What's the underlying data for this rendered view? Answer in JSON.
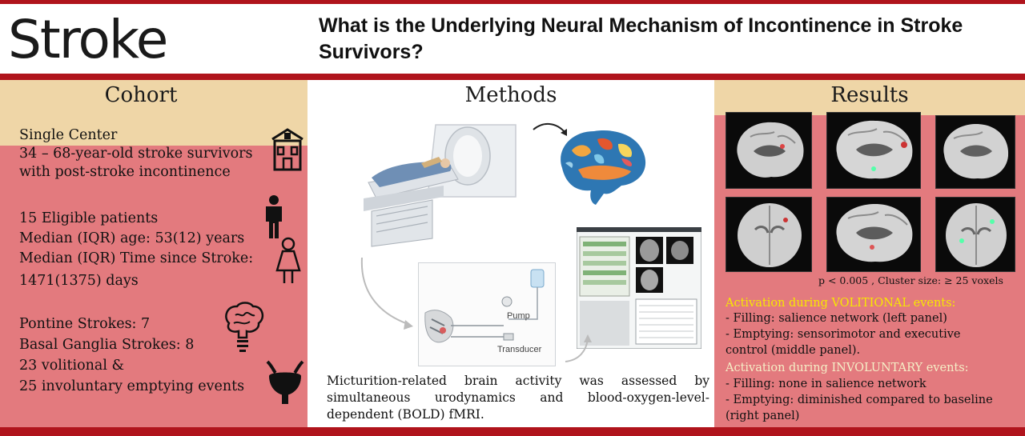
{
  "header": {
    "journal": "Stroke",
    "title": "What is the Underlying Neural Mechanism of Incontinence in Stroke Survivors?"
  },
  "cohort": {
    "title": "Cohort",
    "lines": [
      "Single Center",
      "34 – 68-year-old stroke survivors",
      "with post-stroke incontinence",
      "15 Eligible patients",
      "Median (IQR) age: 53(12) years",
      "Median (IQR) Time since Stroke:",
      "1471(1375) days",
      "Pontine Strokes: 7",
      "Basal Ganglia Strokes: 8",
      "23 volitional &",
      "25 involuntary emptying events"
    ],
    "icons": [
      "hospital-icon",
      "male-person-icon",
      "female-person-icon",
      "brain-lightbulb-icon",
      "bladder-icon"
    ]
  },
  "methods": {
    "title": "Methods",
    "diagram_labels": {
      "pump": "Pump",
      "transducer": "Transducer"
    },
    "description": "Micturition-related brain activity was assessed by simultaneous urodynamics and blood-oxygen-level-dependent (BOLD) fMRI."
  },
  "results": {
    "title": "Results",
    "pvalue": "p < 0.005 , Cluster size: ≥ 25 voxels",
    "volitional_heading": "Activation during VOLITIONAL events:",
    "volitional_lines": [
      " - Filling: salience network (left panel)",
      " - Emptying: sensorimotor and executive",
      "control (middle panel)."
    ],
    "involuntary_heading": "Activation during INVOLUNTARY events:",
    "involuntary_lines": [
      " - Filling: none in salience network",
      " - Emptying: diminished compared to baseline",
      "(right panel)"
    ]
  },
  "colors": {
    "brand_red": "#b0141c",
    "panel_pink": "#e37a7e",
    "panel_tan": "#efd6a7",
    "volitional_yellow": "#f7e800"
  }
}
